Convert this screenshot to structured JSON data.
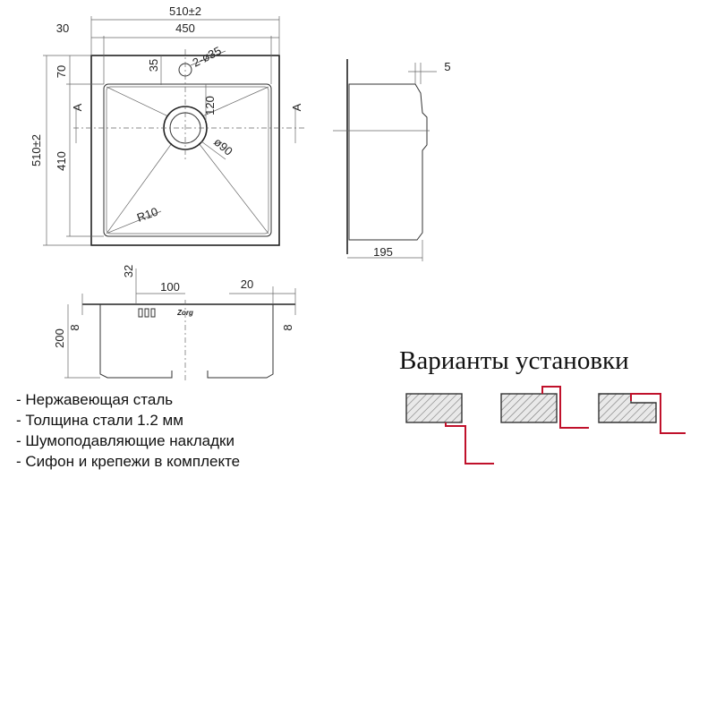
{
  "top_view": {
    "overall_width": "510±2",
    "inner_width": "450",
    "side_margin": "30",
    "overall_height": "510±2",
    "inner_height": "410",
    "top_margin": "70",
    "tap_offset": "35",
    "tap_holes": "2-ø35",
    "drain_offset": "120",
    "drain_diameter": "ø90",
    "corner_radius": "R10",
    "section_left": "A",
    "section_right": "A"
  },
  "side_view": {
    "flange": "5",
    "depth": "195"
  },
  "front_view": {
    "overflow": "32",
    "spacing": "100",
    "rim": "20",
    "depth": "200",
    "thickness_left": "8",
    "thickness_right": "8",
    "logo": "Zorg"
  },
  "specs": [
    "- Нержавеющая сталь",
    "- Толщина стали 1.2 мм",
    "- Шумоподавляющие накладки",
    "- Сифон и крепежи в комплекте"
  ],
  "install_title": "Варианты установки",
  "colors": {
    "line": "#333333",
    "accent": "#c0112b"
  }
}
